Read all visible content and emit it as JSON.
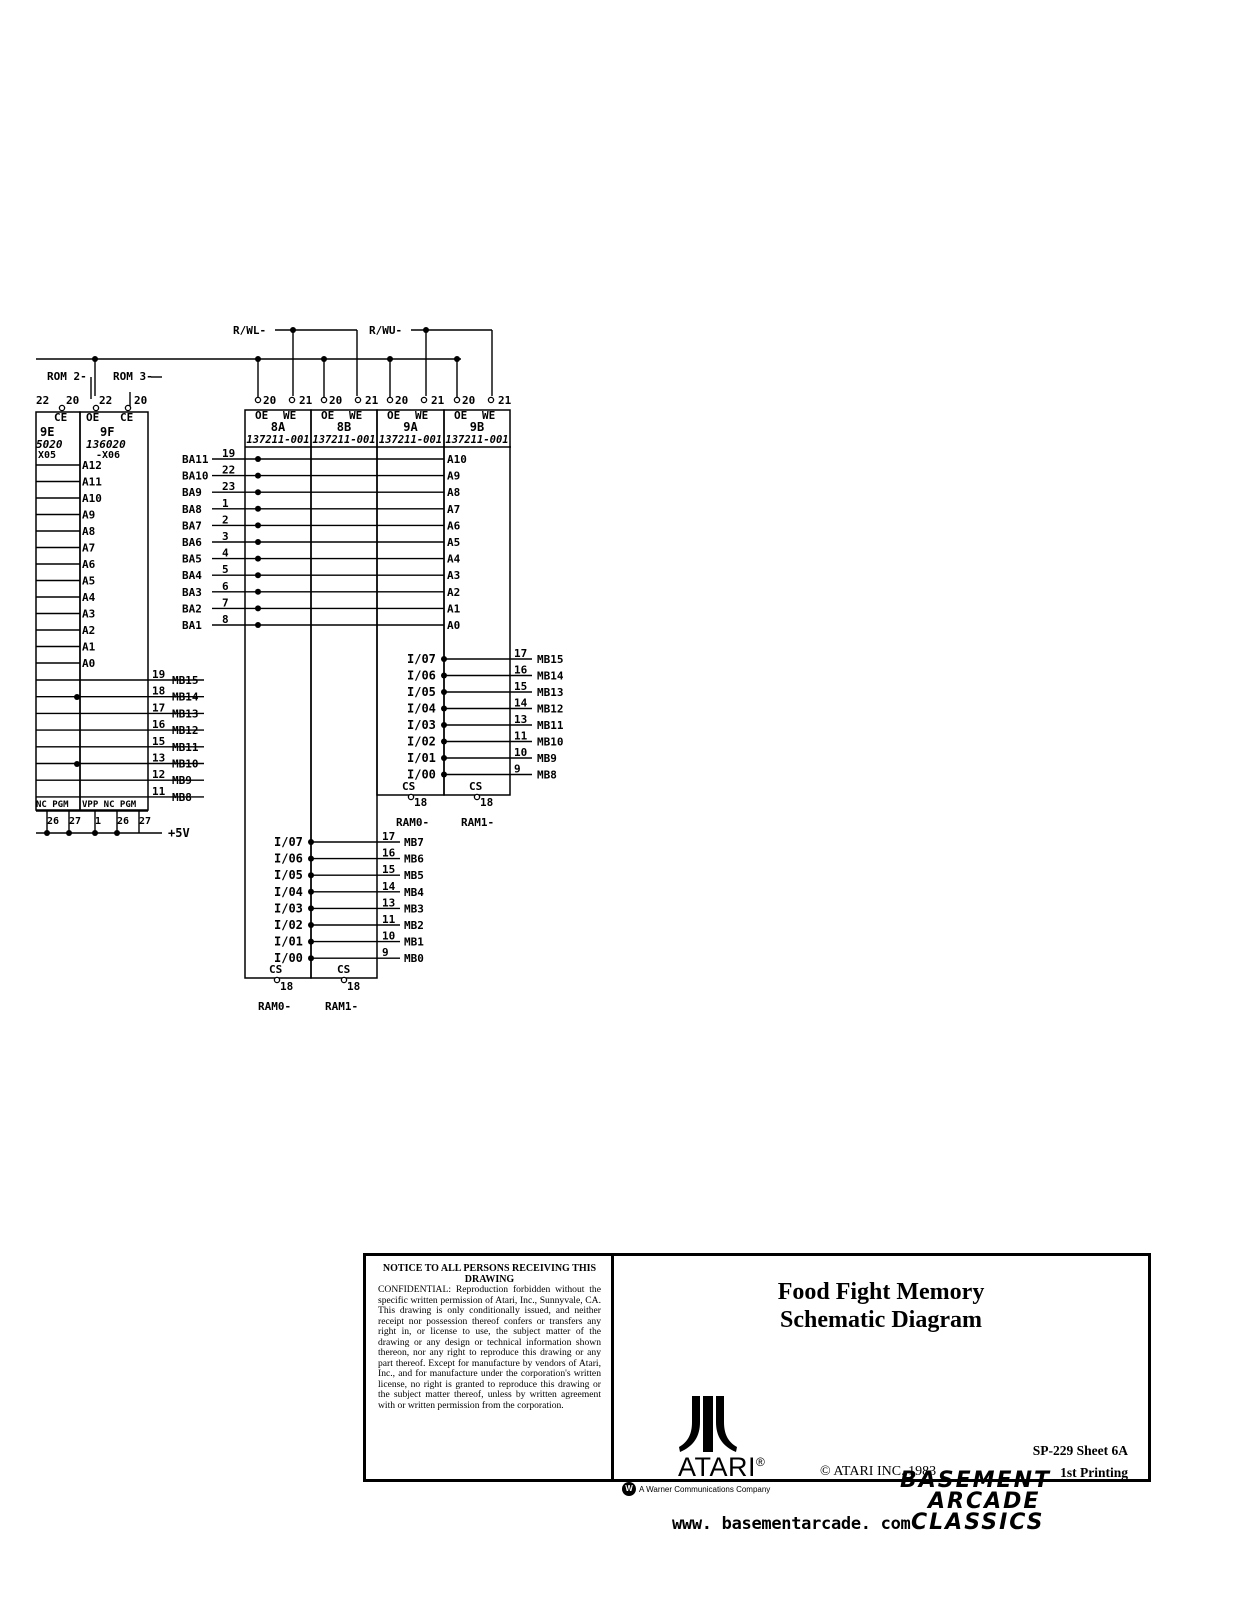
{
  "schematic": {
    "top_labels": {
      "rwl": "R/WL-",
      "rwu": "R/WU-",
      "rom2": "ROM 2-",
      "rom3": "ROM 3-"
    },
    "rom_pins_top": [
      "22",
      "20",
      "22",
      "20"
    ],
    "rom_ce_labels": [
      "CE",
      "OE",
      "CE"
    ],
    "rom_chips": {
      "left_name": "9E",
      "left_part": "5020",
      "left_suffix": "X05",
      "right_name": "9F",
      "right_part": "136020",
      "right_suffix": "-X06"
    },
    "rom_address_pins": [
      "A12",
      "A11",
      "A10",
      "A9",
      "A8",
      "A7",
      "A6",
      "A5",
      "A4",
      "A3",
      "A2",
      "A1",
      "A0"
    ],
    "rom_outputs": [
      {
        "pin": "19",
        "net": "MB15"
      },
      {
        "pin": "18",
        "net": "MB14"
      },
      {
        "pin": "17",
        "net": "MB13"
      },
      {
        "pin": "16",
        "net": "MB12"
      },
      {
        "pin": "15",
        "net": "MB11"
      },
      {
        "pin": "13",
        "net": "MB10"
      },
      {
        "pin": "12",
        "net": "MB9"
      },
      {
        "pin": "11",
        "net": "MB8"
      }
    ],
    "rom_bottom_labels": [
      "NC",
      "PGM",
      "VPP",
      "NC",
      "PGM"
    ],
    "rom_bottom_pins": [
      "26",
      "27",
      "1",
      "26",
      "27"
    ],
    "supply": "+5V",
    "ram_chips": [
      {
        "name": "8A",
        "part": "137211-001",
        "oe": "OE",
        "we": "WE",
        "pin_oe": "20",
        "pin_we": "21"
      },
      {
        "name": "8B",
        "part": "137211-001",
        "oe": "OE",
        "we": "WE",
        "pin_oe": "20",
        "pin_we": "21"
      },
      {
        "name": "9A",
        "part": "137211-001",
        "oe": "OE",
        "we": "WE",
        "pin_oe": "20",
        "pin_we": "21"
      },
      {
        "name": "9B",
        "part": "137211-001",
        "oe": "OE",
        "we": "WE",
        "pin_oe": "20",
        "pin_we": "21"
      }
    ],
    "address_bus": [
      {
        "net": "BA11",
        "pin": "19",
        "addr": "A10"
      },
      {
        "net": "BA10",
        "pin": "22",
        "addr": "A9"
      },
      {
        "net": "BA9",
        "pin": "23",
        "addr": "A8"
      },
      {
        "net": "BA8",
        "pin": "1",
        "addr": "A7"
      },
      {
        "net": "BA7",
        "pin": "2",
        "addr": "A6"
      },
      {
        "net": "BA6",
        "pin": "3",
        "addr": "A5"
      },
      {
        "net": "BA5",
        "pin": "4",
        "addr": "A4"
      },
      {
        "net": "BA4",
        "pin": "5",
        "addr": "A3"
      },
      {
        "net": "BA3",
        "pin": "6",
        "addr": "A2"
      },
      {
        "net": "BA2",
        "pin": "7",
        "addr": "A1"
      },
      {
        "net": "BA1",
        "pin": "8",
        "addr": "A0"
      }
    ],
    "upper_ram_io": [
      {
        "io": "I/07",
        "pin": "17",
        "net": "MB15"
      },
      {
        "io": "I/06",
        "pin": "16",
        "net": "MB14"
      },
      {
        "io": "I/05",
        "pin": "15",
        "net": "MB13"
      },
      {
        "io": "I/04",
        "pin": "14",
        "net": "MB12"
      },
      {
        "io": "I/03",
        "pin": "13",
        "net": "MB11"
      },
      {
        "io": "I/02",
        "pin": "11",
        "net": "MB10"
      },
      {
        "io": "I/01",
        "pin": "10",
        "net": "MB9"
      },
      {
        "io": "I/00",
        "pin": "9",
        "net": "MB8"
      }
    ],
    "lower_ram_io": [
      {
        "io": "I/07",
        "pin": "17",
        "net": "MB7"
      },
      {
        "io": "I/06",
        "pin": "16",
        "net": "MB6"
      },
      {
        "io": "I/05",
        "pin": "15",
        "net": "MB5"
      },
      {
        "io": "I/04",
        "pin": "14",
        "net": "MB4"
      },
      {
        "io": "I/03",
        "pin": "13",
        "net": "MB3"
      },
      {
        "io": "I/02",
        "pin": "11",
        "net": "MB2"
      },
      {
        "io": "I/01",
        "pin": "10",
        "net": "MB1"
      },
      {
        "io": "I/00",
        "pin": "9",
        "net": "MB0"
      }
    ],
    "cs_label": "CS",
    "cs_pin": "18",
    "ram_selects": [
      "RAM0-",
      "RAM1-"
    ]
  },
  "title_block": {
    "notice_title": "NOTICE TO ALL PERSONS RECEIVING THIS DRAWING",
    "notice_body": "CONFIDENTIAL: Reproduction forbidden without the specific written permission of Atari, Inc., Sunnyvale, CA. This drawing is only conditionally issued, and neither receipt nor possession thereof confers or transfers any right in, or license to use, the subject matter of the drawing or any design or technical information shown thereon, nor any right to reproduce this drawing or any part thereof. Except for manufacture by vendors of Atari, Inc., and for manufacture under the corporation's written license, no right is granted to reproduce this drawing or the subject matter thereof, unless by written agreement with or written permission from the corporation.",
    "title_line1": "Food Fight Memory",
    "title_line2": "Schematic Diagram",
    "brand": "ATARI",
    "registered": "®",
    "parent": "A Warner Communications Company",
    "parent_mark": "W",
    "copyright": "© ATARI INC. 1983",
    "sheet": "SP-229   Sheet 6A",
    "printing": "1st Printing"
  },
  "footer": {
    "url": "www. basementarcade. com",
    "stamp": [
      "BASEMENT",
      "ARCADE",
      "CLASSICS"
    ]
  }
}
